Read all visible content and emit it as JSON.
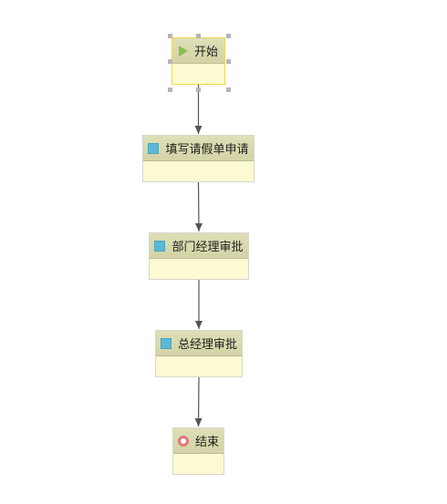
{
  "flow": {
    "nodes": [
      {
        "id": "start",
        "type": "start",
        "label": "开始",
        "icon": "play-icon",
        "selected": true
      },
      {
        "id": "fill-form",
        "type": "task",
        "label": "填写请假单申请",
        "icon": "task-icon"
      },
      {
        "id": "dept-manager",
        "type": "task",
        "label": "部门经理审批",
        "icon": "task-icon"
      },
      {
        "id": "general-manager",
        "type": "task",
        "label": "总经理审批",
        "icon": "task-icon"
      },
      {
        "id": "end",
        "type": "end",
        "label": "结束",
        "icon": "end-icon"
      }
    ],
    "edges": [
      {
        "from": "start",
        "to": "fill-form"
      },
      {
        "from": "fill-form",
        "to": "dept-manager"
      },
      {
        "from": "dept-manager",
        "to": "general-manager"
      },
      {
        "from": "general-manager",
        "to": "end"
      }
    ]
  },
  "colors": {
    "node_body": "#fcfad2",
    "node_header": "#d8d8ab",
    "selected_border": "#f3d64a",
    "edge": "#555555",
    "start_icon": "#8bbf52",
    "task_icon": "#5cb8d4",
    "end_icon": "#e07878"
  }
}
